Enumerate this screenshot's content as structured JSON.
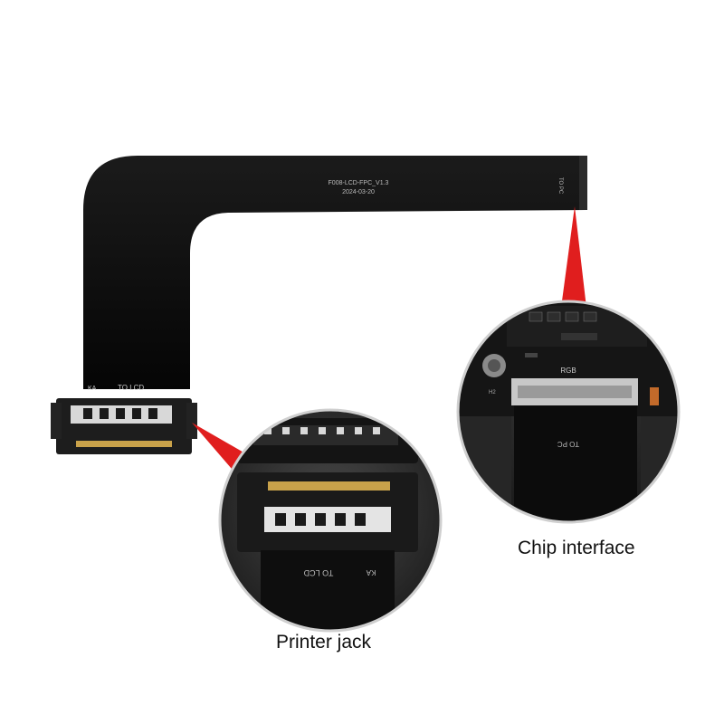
{
  "cable": {
    "board_label_line1": "F008-LCD-FPC_V1.3",
    "board_label_line2": "2024-03-20",
    "to_pc_label": "TO PC",
    "to_lcd_label": "TO LCD",
    "ka_label": "KA"
  },
  "printer_inset": {
    "caption": "Printer jack",
    "cable_text": "TO LCD",
    "cable_text2": "KA"
  },
  "chip_inset": {
    "caption": "Chip interface",
    "board_text": "RGB",
    "board_text2": "TO PC",
    "board_text3": "H2"
  },
  "colors": {
    "cable": "#0d0d0d",
    "callout": "#e01e1e",
    "connector": "#1a1a1a",
    "pcb": "#151515",
    "gold": "#c9a24a"
  }
}
